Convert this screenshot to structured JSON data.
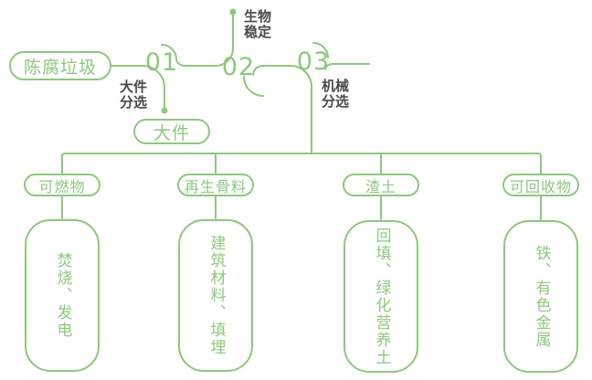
{
  "colors": {
    "green": "#8BC97C",
    "label_text": "#4A4A4A",
    "background": "#FFFFFF"
  },
  "diagram": {
    "source": {
      "label": "陈腐垃圾"
    },
    "stages": [
      {
        "number": "01",
        "label": "大件分选",
        "output": "大件"
      },
      {
        "number": "02",
        "label": "生物稳定"
      },
      {
        "number": "03",
        "label": "机械分选"
      }
    ],
    "outputs": [
      {
        "category": "可燃物",
        "use": "焚烧、发电"
      },
      {
        "category": "再生骨料",
        "use": "建筑材料、填埋"
      },
      {
        "category": "渣土",
        "use": "回填、绿化营养土"
      },
      {
        "category": "可回收物",
        "use": "铁、有色金属"
      }
    ]
  }
}
